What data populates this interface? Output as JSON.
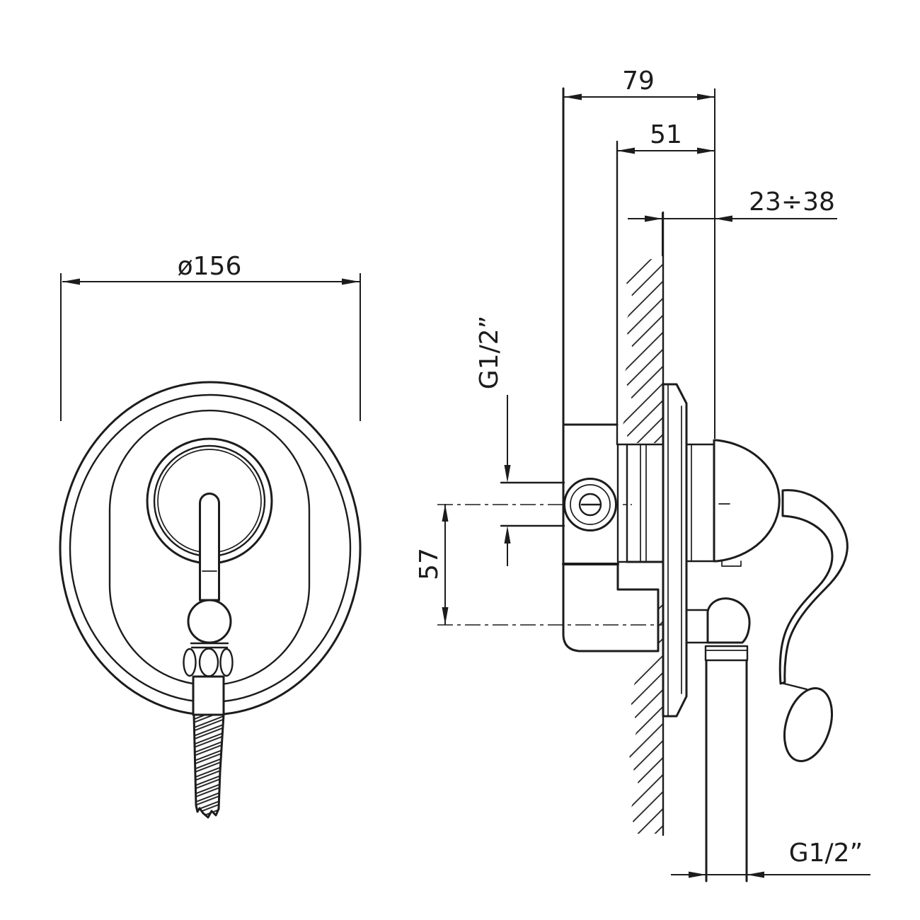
{
  "drawing": {
    "background": "#ffffff",
    "line_color": "#1c1c1c",
    "type": "technical-installation-drawing",
    "dimensions": {
      "front_plate_diameter": "ø156",
      "total_depth": "79",
      "rough_in_depth": "51",
      "finished_wall_range": "23÷38",
      "inlet_thread": "G1/2”",
      "port_center_distance": "57",
      "outlet_thread": "G1/2”"
    }
  }
}
